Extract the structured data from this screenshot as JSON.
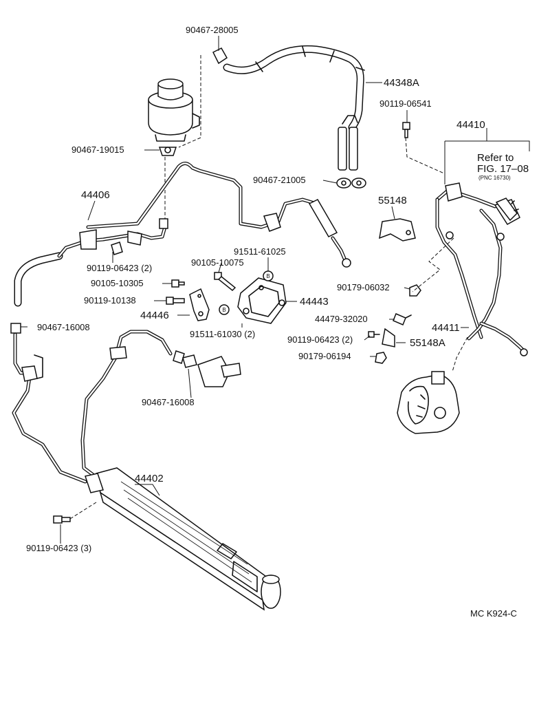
{
  "parts": {
    "p90467_28005": "90467-28005",
    "p44348A": "44348A",
    "p90119_06541": "90119-06541",
    "p44410": "44410",
    "p90467_19015": "90467-19015",
    "p90467_21005": "90467-21005",
    "p44406": "44406",
    "p55148": "55148",
    "p91511_61025": "91511-61025",
    "p90105_10075": "90105-10075",
    "p90119_06423_2a": "90119-06423 (2)",
    "p90105_10305": "90105-10305",
    "p90179_06032": "90179-06032",
    "p90119_10138": "90119-10138",
    "p44443": "44443",
    "p44446": "44446",
    "p44479_32020": "44479-32020",
    "p90467_16008a": "90467-16008",
    "p91511_61030": "91511-61030 (2)",
    "p44411": "44411",
    "p90119_06423_2b": "90119-06423 (2)",
    "p55148A": "55148A",
    "p90179_06194": "90179-06194",
    "p90467_16008b": "90467-16008",
    "p44402": "44402",
    "p90119_06423_3": "90119-06423 (3)"
  },
  "refer": {
    "line1": "Refer to",
    "line2": "FIG. 17–08",
    "line3": "(PNC 16730)"
  },
  "markers": {
    "b1": "B",
    "b2": "B"
  },
  "figure_code": "MC K924-C"
}
